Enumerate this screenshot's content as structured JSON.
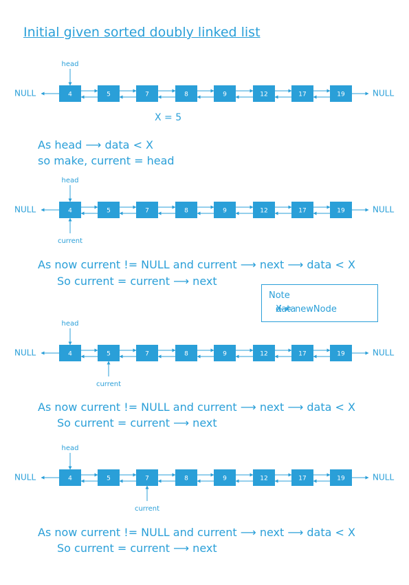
{
  "title": "Initial given sorted doubly linked list",
  "colors": {
    "accent": "#2a9fd8",
    "node_fill": "#2a9fd8",
    "node_text": "#ffffff"
  },
  "null_label": "NULL",
  "head_label": "head",
  "current_label": "current",
  "x_value": "X = 5",
  "node_values": [
    "4",
    "5",
    "7",
    "8",
    "9",
    "12",
    "17",
    "19"
  ],
  "steps": [
    {
      "head_index": 0,
      "current_index": null
    },
    {
      "head_index": 0,
      "current_index": 0
    },
    {
      "head_index": 0,
      "current_index": 1
    },
    {
      "head_index": 0,
      "current_index": 2
    }
  ],
  "statements": {
    "s1_line1_a": "As head",
    "s1_line1_b": "data < X",
    "s1_line2": "so make, current = head",
    "loop_line1_a": "As now current != NULL and current",
    "loop_line1_b": "next",
    "loop_line1_c": "data < X",
    "loop_line2_a": "So current = current",
    "loop_line2_b": "next"
  },
  "note": {
    "line1": "Note",
    "line2_a": "X = newNode",
    "line2_b": "data"
  }
}
